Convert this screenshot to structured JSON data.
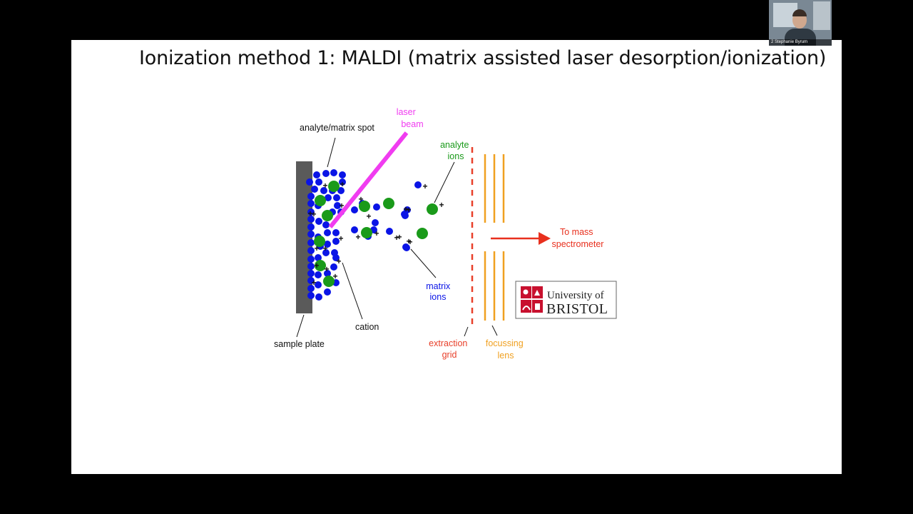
{
  "slide": {
    "title": "Ionization method 1: MALDI (matrix assisted laser desorption/ionization)"
  },
  "diagram": {
    "labels": {
      "laser_beam": [
        "laser",
        "beam"
      ],
      "analyte_matrix_spot": "analyte/matrix spot",
      "analyte_ions": [
        "analyte",
        "ions"
      ],
      "matrix_ions": [
        "matrix",
        "ions"
      ],
      "to_mass_spectrometer": [
        "To mass",
        "spectrometer"
      ],
      "sample_plate": "sample plate",
      "cation": "cation",
      "extraction_grid": [
        "extraction",
        "grid"
      ],
      "focussing_lens": [
        "focussing",
        "lens"
      ]
    },
    "logo": {
      "line1": "University of",
      "line2": "BRISTOL"
    },
    "plus_sign": "+",
    "colors": {
      "matrix": "#0a14e6",
      "analyte": "#1a9a1a",
      "laser": "#f03cf0",
      "extraction_grid": "#e8402a",
      "focussing_lens": "#f0a020",
      "arrow": "#e8301e",
      "sample_plate": "#5a5a5a",
      "logo_red": "#c8102e"
    }
  },
  "video_thumbnail": {
    "participant_name": "2 Stephanie Byrum"
  }
}
